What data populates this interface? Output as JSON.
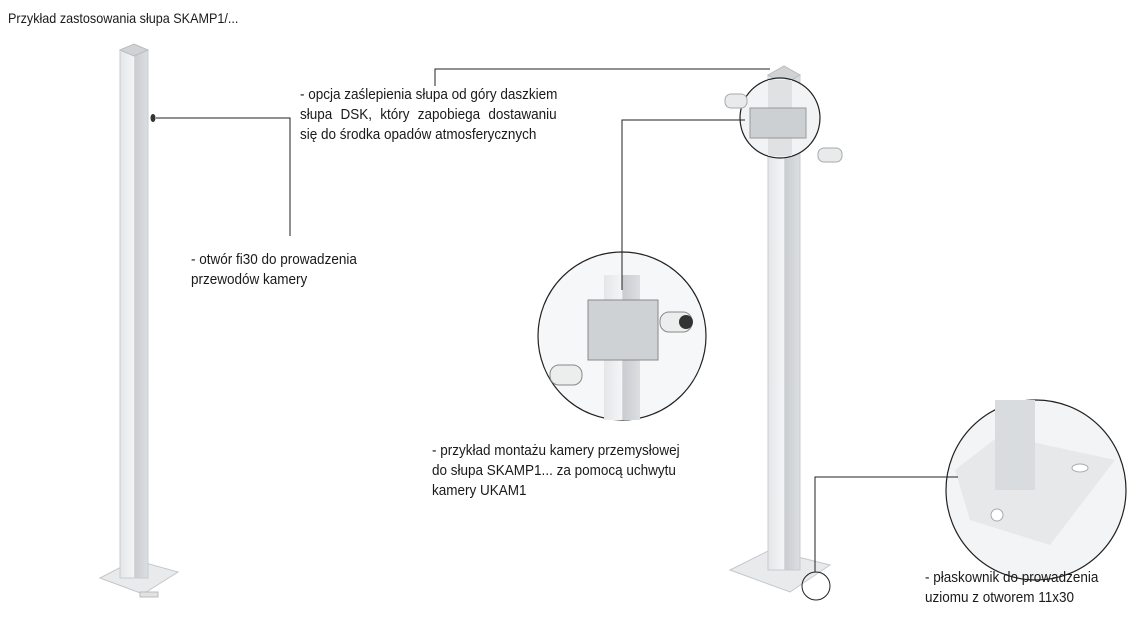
{
  "title": "Przykład zastosowania słupa SKAMP1/...",
  "annotations": {
    "cap": [
      "- opcja zaślepienia słupa od góry daszkiem",
      "słupa DSK, który zapobiega dostawaniu",
      "się do środka opadów atmosferycznych"
    ],
    "hole": [
      "- otwór fi30 do prowadzenia",
      "przewodów kamery"
    ],
    "mount": [
      "- przykład montażu kamery przemysłowej",
      "do słupa SKAMP1... za pomocą uchwytu",
      "kamery UKAM1"
    ],
    "flat_bar": [
      "- płaskownik do prowadzenia",
      "uziomu z otworem 11x30"
    ]
  }
}
